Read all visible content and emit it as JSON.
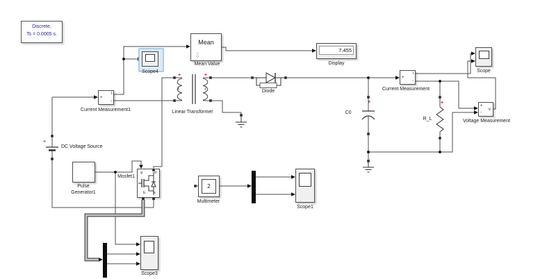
{
  "annotation": {
    "line1": "Discrete,",
    "line2": "Ts = 0.0005 s."
  },
  "blocks": {
    "mean": {
      "title": "Mean",
      "arrow": "⇩",
      "label": "Mean Value"
    },
    "display": {
      "value": "7.455",
      "label": "Display"
    },
    "scope4": {
      "label": "Scope4"
    },
    "scope": {
      "label": "Scope"
    },
    "scope1": {
      "label": "Scope1"
    },
    "scope3": {
      "label": "Scope3"
    },
    "current_measurement1": {
      "label": "Current Measurement1",
      "plus": "+",
      "minus": "-",
      "out": "i"
    },
    "current_measurement": {
      "label": "Current Measurement",
      "plus": "+",
      "minus": "-",
      "out": "i"
    },
    "voltage_measurement": {
      "label": "Voltage Measurement",
      "plus": "+",
      "minus": "-",
      "out": "v"
    },
    "dc_voltage_source": {
      "label": "DC Voltage Source",
      "plus": "+"
    },
    "pulse_generator": {
      "label_line1": "Pulse",
      "label_line2": "Generator1"
    },
    "mosfet": {
      "label": "Mosfet1",
      "gate": "g",
      "drain": "d",
      "emitter": "E",
      "source": "s"
    },
    "transformer": {
      "label": "Linear Transformer",
      "winding1": "1",
      "winding2": "2",
      "plus_left": "+",
      "plus_right": "+"
    },
    "diode": {
      "label": "Diode"
    },
    "capacitor": {
      "label": "C0",
      "plus": "+"
    },
    "resistor": {
      "label": "R_L",
      "plus": "+"
    },
    "multimeter": {
      "label": "Multimeter",
      "value": "2"
    }
  }
}
